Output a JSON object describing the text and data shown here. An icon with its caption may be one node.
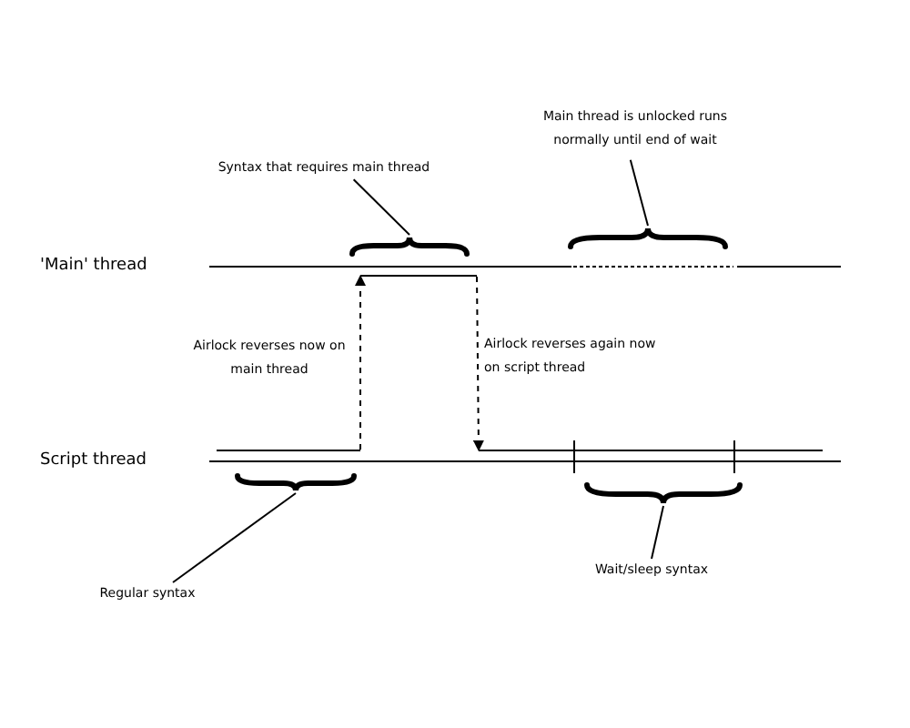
{
  "diagram": {
    "nodes": [
      {
        "text": [
          "Syntax that requires main thread"
        ]
      },
      {
        "text": [
          "Main thread is unlocked runs normally until end of wait"
        ]
      },
      {
        "text": [],
        "shape": "brace"
      },
      {
        "text": [],
        "shape": "brace"
      },
      {
        "text": [],
        "shape": "bar"
      },
      {
        "text": [],
        "shape": "bar"
      },
      {
        "text": [],
        "shape": "bar"
      },
      {
        "text": [],
        "shape": "brace"
      },
      {
        "text": [],
        "shape": "brace"
      },
      {
        "text": [
          "Regular syntax"
        ]
      },
      {
        "text": [
          "Wait/sleep syntax"
        ]
      }
    ],
    "edges": [
      {
        "from": 0,
        "to": 2,
        "arrow": "none"
      },
      {
        "from": 1,
        "to": 3,
        "arrow": "none"
      },
      {
        "from": 5,
        "to": 4,
        "arrow": "to",
        "style": "dashed"
      },
      {
        "from": 4,
        "to": 6,
        "arrow": "to",
        "style": "dashed"
      },
      {
        "from": 9,
        "to": 7,
        "arrow": "none"
      },
      {
        "from": 10,
        "to": 8,
        "arrow": "none"
      }
    ],
    "labels": [
      "'Main' thread",
      "Script thread",
      "Airlock reverses now on main thread",
      "Airlock reverses again now on script thread"
    ]
  }
}
